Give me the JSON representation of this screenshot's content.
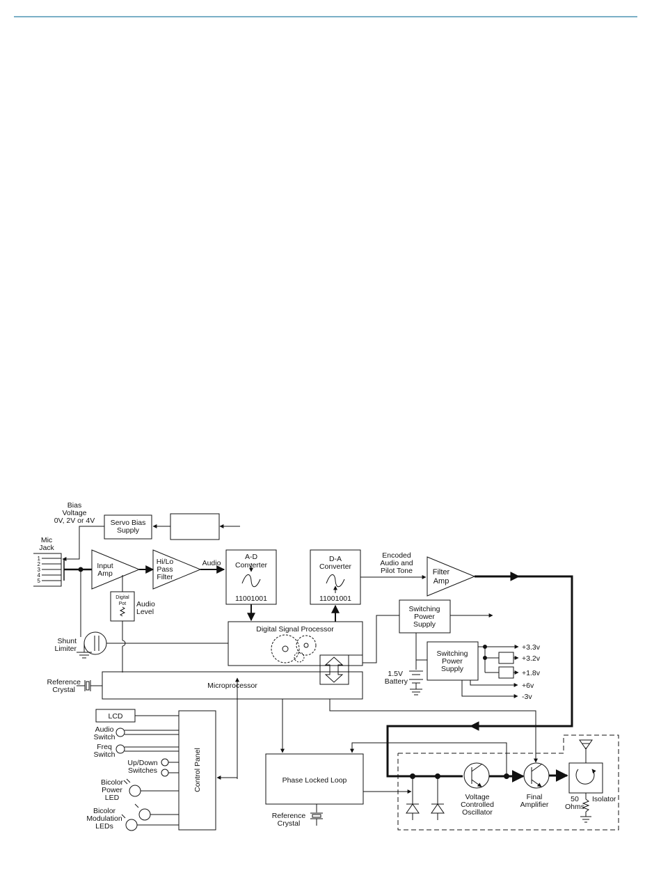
{
  "header": {
    "rule_color": "#2a7fa3"
  },
  "colors": {
    "line": "#111111",
    "background": "#ffffff"
  },
  "labels": {
    "bias_1": "Bias",
    "bias_2": "Voltage",
    "bias_3": "0V, 2V or 4V",
    "servo_1": "Servo Bias",
    "servo_2": "Supply",
    "mic_1": "Mic",
    "mic_2": "Jack",
    "pin_1": "1",
    "pin_2": "2",
    "pin_3": "3",
    "pin_4": "4",
    "pin_5": "5",
    "input_1": "Input",
    "input_2": "Amp",
    "filter_1": "Hi/Lo",
    "filter_2": "Pass",
    "filter_3": "Filter",
    "audio": "Audio",
    "ad_1": "A-D",
    "ad_2": "Converter",
    "ad_bits": "11001001",
    "da_1": "D-A",
    "da_2": "Converter",
    "da_bits": "11001001",
    "encoded_1": "Encoded",
    "encoded_2": "Audio and",
    "encoded_3": "Pilot Tone",
    "filteramp_1": "Filter",
    "filteramp_2": "Amp",
    "dpot_1": "Digital",
    "dpot_2": "Pot",
    "alevel_1": "Audio",
    "alevel_2": "Level",
    "shunt_1": "Shunt",
    "shunt_2": "Limiter",
    "dsp": "Digital Signal Processor",
    "sps1_1": "Switching",
    "sps1_2": "Power",
    "sps1_3": "Supply",
    "sps2_1": "Switching",
    "sps2_2": "Power",
    "sps2_3": "Supply",
    "v33": "+3.3v",
    "v32": "+3.2v",
    "v18": "+1.8v",
    "v6": "+6v",
    "vm3": "-3v",
    "batt_1": "1.5V",
    "batt_2": "Battery",
    "ref1_1": "Reference",
    "ref1_2": "Crystal",
    "micro": "Microprocessor",
    "lcd": "LCD",
    "asw_1": "Audio",
    "asw_2": "Switch",
    "fsw_1": "Freq",
    "fsw_2": "Switch",
    "udsw_1": "Up/Down",
    "udsw_2": "Switches",
    "bpl_1": "Bicolor",
    "bpl_2": "Power",
    "bpl_3": "LED",
    "bml_1": "Bicolor",
    "bml_2": "Modulation",
    "bml_3": "LEDs",
    "cpanel": "Control Panel",
    "pll": "Phase Locked Loop",
    "ref2_1": "Reference",
    "ref2_2": "Crystal",
    "vco_1": "Voltage",
    "vco_2": "Controlled",
    "vco_3": "Oscillator",
    "final_1": "Final",
    "final_2": "Amplifier",
    "ohms_1": "50",
    "ohms_2": "Ohms",
    "isolator": "Isolator"
  }
}
